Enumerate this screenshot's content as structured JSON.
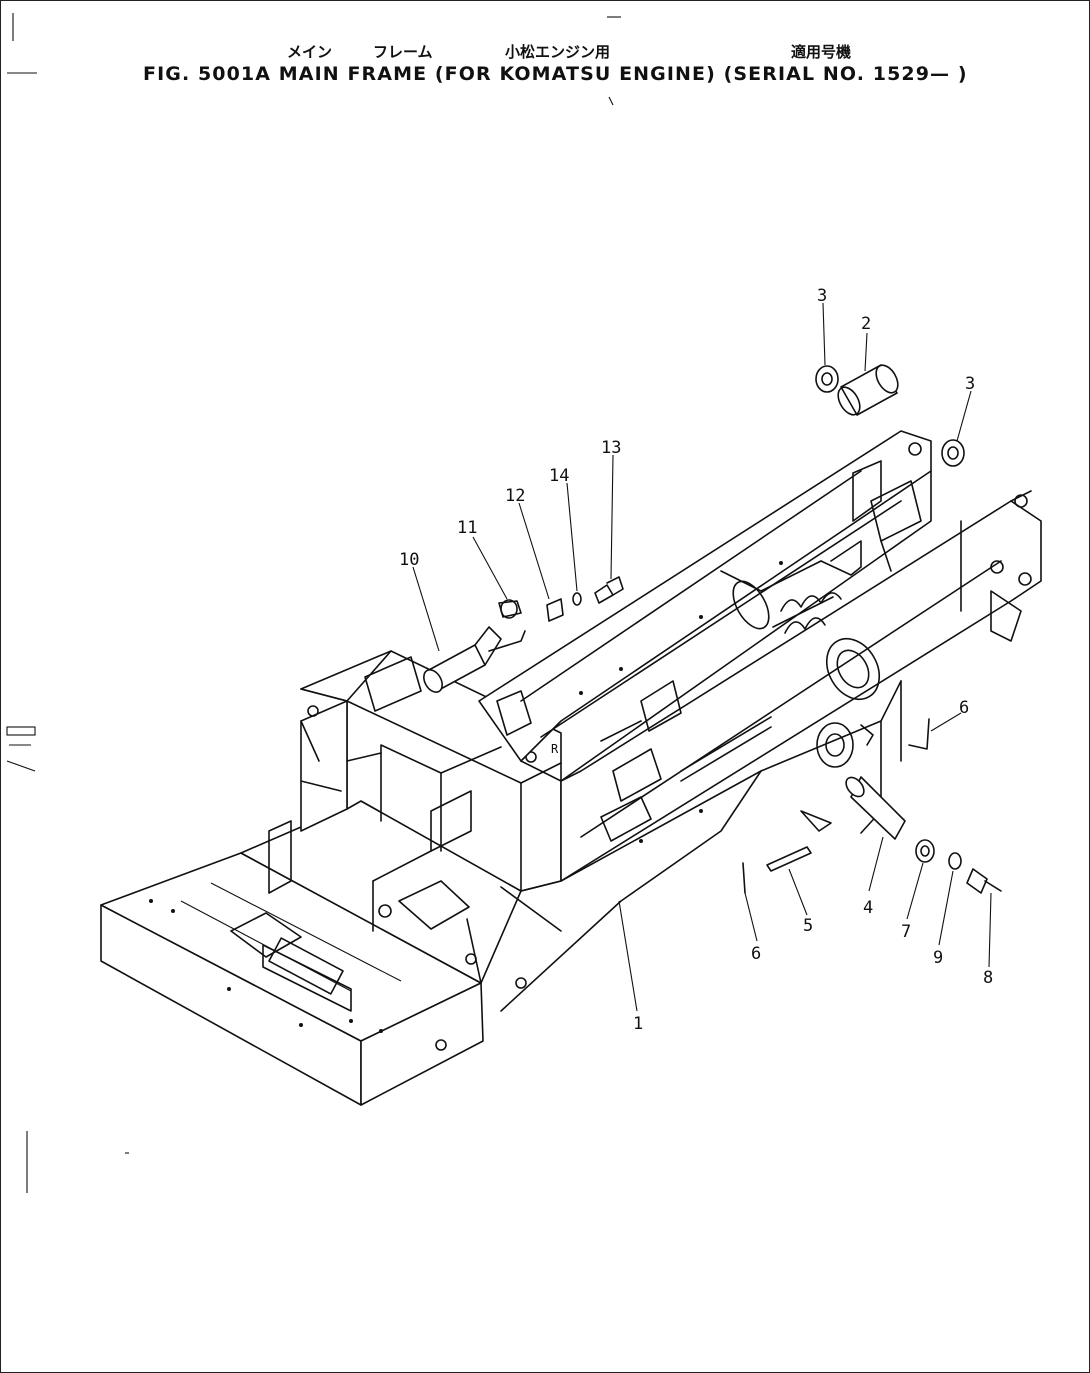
{
  "header": {
    "jp_words": [
      "メイン",
      "フレーム",
      "小松エンジン用",
      "適用号機"
    ],
    "title": "FIG. 5001A  MAIN  FRAME  (FOR  KOMATSU  ENGINE)  (SERIAL  NO. 1529— )"
  },
  "callouts": [
    "1",
    "2",
    "3",
    "3",
    "4",
    "5",
    "6",
    "6",
    "7",
    "8",
    "9",
    "10",
    "11",
    "12",
    "13",
    "14"
  ]
}
